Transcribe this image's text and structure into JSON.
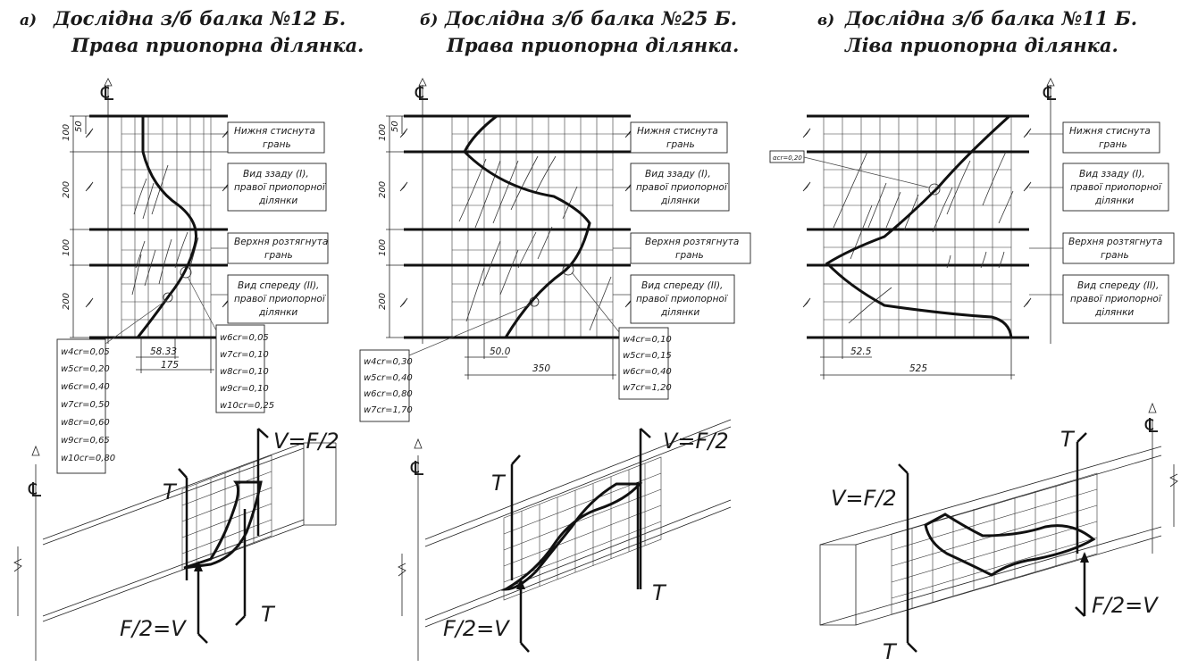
{
  "panels": [
    {
      "letter": "а)",
      "title_line1": "Дослідна з/б балка №12 Б.",
      "title_line2": "Права приопорна ділянка.",
      "boxes": [
        "Нижня стиснута",
        "грань",
        "Вид ззаду (I),",
        "правої приопорної",
        "ділянки",
        "Верхня розтягнута",
        "грань",
        "Вид спереду (II),",
        "правої приопорної",
        "ділянки"
      ],
      "dims": [
        "50",
        "100",
        "200",
        "100",
        "200"
      ],
      "width_small": "58.33",
      "width_total": "175",
      "widths_left": [
        "w4cr=0,05",
        "w5cr=0,20",
        "w6cr=0,40",
        "w7cr=0,50",
        "w8cr=0,60",
        "w9cr=0,65",
        "w10cr=0,80"
      ],
      "widths_right": [
        "w6cr=0,05",
        "w7cr=0,10",
        "w8cr=0,10",
        "w9cr=0,10",
        "w10cr=0,25"
      ],
      "forces": {
        "top_right": "V=F/2",
        "left": "T",
        "bottom_right": "T",
        "bottom_left": "F/2=V"
      }
    },
    {
      "letter": "б)",
      "title_line1": "Дослідна з/б балка №25 Б.",
      "title_line2": "Права приопорна ділянка.",
      "boxes": [
        "Нижня стиснута",
        "грань",
        "Вид ззаду (I),",
        "правої приопорної",
        "ділянки",
        "Верхня розтягнута",
        "грань",
        "Вид спереду (II),",
        "правої приопорної",
        "ділянки"
      ],
      "dims": [
        "50",
        "100",
        "200",
        "100",
        "200"
      ],
      "width_small": "50.0",
      "width_total": "350",
      "widths_left": [
        "w4cr=0,30",
        "w5cr=0,40",
        "w6cr=0,80",
        "w7cr=1,70"
      ],
      "widths_right": [
        "w4cr=0,10",
        "w5cr=0,15",
        "w6cr=0,40",
        "w7cr=1,20"
      ],
      "forces": {
        "top_right": "V=F/2",
        "left": "T",
        "bottom_right": "T",
        "bottom_left": "F/2=V"
      }
    },
    {
      "letter": "в)",
      "title_line1": "Дослідна з/б балка №11 Б.",
      "title_line2": "Ліва приопорна ділянка.",
      "boxes": [
        "Нижня стиснута",
        "грань",
        "Вид ззаду (I),",
        "правої приопорної",
        "ділянки",
        "Верхня розтягнута",
        "грань",
        "Вид спереду (II),",
        "правої приопорної",
        "ділянки"
      ],
      "angle_label": "αcr=0,20",
      "width_small": "52.5",
      "width_total": "525",
      "forces": {
        "top_right": "T",
        "left": "V=F/2",
        "bottom_right": "F/2=V",
        "bottom_left": "T"
      }
    }
  ],
  "symbols": {
    "centerline": "℄"
  }
}
